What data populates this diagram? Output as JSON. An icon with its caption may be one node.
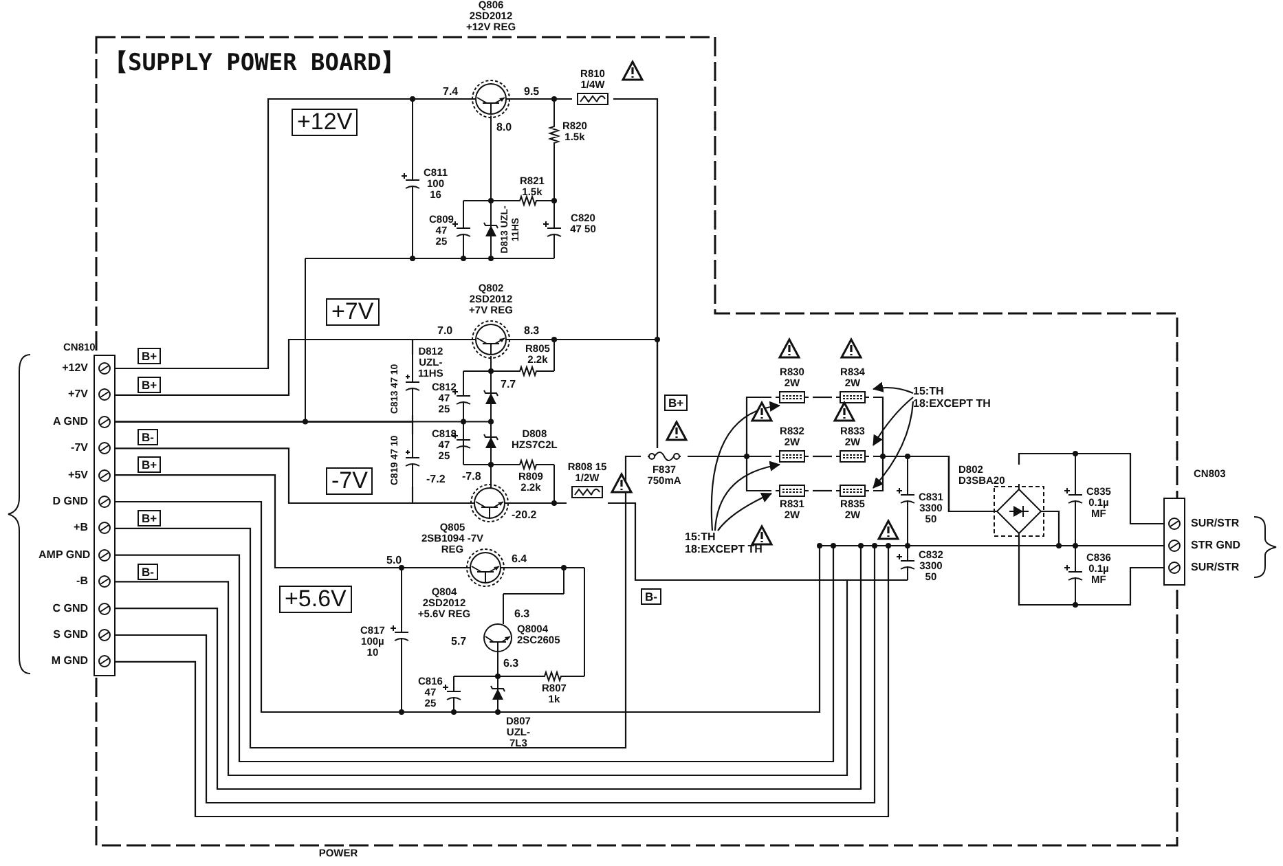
{
  "diagram": {
    "title": "【SUPPLY POWER BOARD】",
    "nodes": [
      {
        "text": [
          "CN810"
        ]
      },
      {
        "text": [
          "+12V"
        ],
        "in": 0
      },
      {
        "text": [
          "+7V"
        ],
        "in": 0
      },
      {
        "text": [
          "A GND"
        ],
        "in": 0
      },
      {
        "text": [
          "-7V"
        ],
        "in": 0
      },
      {
        "text": [
          "+5V"
        ],
        "in": 0
      },
      {
        "text": [
          "D GND"
        ],
        "in": 0
      },
      {
        "text": [
          "+B"
        ],
        "in": 0
      },
      {
        "text": [
          "AMP GND"
        ],
        "in": 0
      },
      {
        "text": [
          "-B"
        ],
        "in": 0
      },
      {
        "text": [
          "C GND"
        ],
        "in": 0
      },
      {
        "text": [
          "S GND"
        ],
        "in": 0
      },
      {
        "text": [
          "M GND"
        ],
        "in": 0
      },
      {
        "text": [
          "CN803"
        ]
      },
      {
        "text": [
          "SUR/STR"
        ],
        "in": 13
      },
      {
        "text": [
          "STR GND"
        ],
        "in": 13
      },
      {
        "text": [
          "SUR/STR"
        ],
        "in": 13
      },
      {
        "text": [
          "Q806 2SD2012 +12V REG"
        ],
        "beside": [
          "7.4",
          "9.5",
          "8.0"
        ]
      },
      {
        "text": [
          "R810 1/4W"
        ]
      },
      {
        "text": [
          "Q802 2SD2012 +7V REG"
        ],
        "beside": [
          "7.0",
          "8.3",
          "7.7"
        ]
      },
      {
        "text": [
          "Q805 2SB1094 -7V REG"
        ],
        "beside": [
          "-7.8",
          "-7.2",
          "-20.2"
        ]
      },
      {
        "text": [
          "R808 15 1/2W"
        ]
      },
      {
        "text": [
          "Q804 2SD2012 +5.6V REG"
        ],
        "beside": [
          "5.0",
          "6.4"
        ]
      },
      {
        "text": [
          "Q8004 2SC2605"
        ],
        "beside": [
          "6.3",
          "5.7",
          "6.3"
        ]
      },
      {
        "text": [
          "F837 750mA"
        ]
      },
      {
        "text": [
          "R830 2W"
        ]
      },
      {
        "text": [
          "R834 2W"
        ]
      },
      {
        "text": [
          "R832 2W"
        ]
      },
      {
        "text": [
          "R833 2W"
        ]
      },
      {
        "text": [
          "R831 2W"
        ]
      },
      {
        "text": [
          "R835 2W"
        ]
      },
      {
        "text": [
          "D802 D3SBA20"
        ]
      },
      {
        "text": [
          "15:TH",
          "18:EXCEPT TH"
        ]
      },
      {
        "text": [
          "15:TH",
          "18:EXCEPT TH"
        ]
      },
      {
        "text": [
          "C813 47 10"
        ]
      },
      {
        "text": [
          "C819 47 10"
        ]
      }
    ],
    "edges": [
      {
        "from": 1,
        "to": 17,
        "arrow": "none"
      },
      {
        "from": 17,
        "to": 18,
        "arrow": "none"
      },
      {
        "from": 18,
        "to": 24,
        "arrow": "none"
      },
      {
        "from": 2,
        "to": 19,
        "arrow": "none"
      },
      {
        "from": 19,
        "to": 24,
        "arrow": "none"
      },
      {
        "from": 4,
        "to": 20,
        "arrow": "none"
      },
      {
        "from": 20,
        "to": 21,
        "arrow": "none"
      },
      {
        "from": 21,
        "to": null,
        "arrow": "none"
      },
      {
        "from": 5,
        "to": 22,
        "arrow": "none"
      },
      {
        "from": 6,
        "to": 15,
        "arrow": "none"
      },
      {
        "from": 7,
        "to": 24,
        "arrow": "none"
      },
      {
        "from": 8,
        "to": 15,
        "arrow": "none"
      },
      {
        "from": 9,
        "to": null,
        "arrow": "none"
      },
      {
        "from": 10,
        "to": 15,
        "arrow": "none"
      },
      {
        "from": 11,
        "to": 15,
        "arrow": "none"
      },
      {
        "from": 12,
        "to": 15,
        "arrow": "none"
      },
      {
        "from": 24,
        "to": 25,
        "arrow": "none"
      },
      {
        "from": 24,
        "to": 27,
        "arrow": "none"
      },
      {
        "from": 24,
        "to": 29,
        "arrow": "none"
      },
      {
        "from": 25,
        "to": 26,
        "arrow": "none"
      },
      {
        "from": 27,
        "to": 28,
        "arrow": "none"
      },
      {
        "from": 29,
        "to": 30,
        "arrow": "none"
      },
      {
        "from": 26,
        "to": 31,
        "arrow": "none"
      },
      {
        "from": 28,
        "to": 31,
        "arrow": "none"
      },
      {
        "from": 30,
        "to": 31,
        "arrow": "none"
      },
      {
        "from": 31,
        "to": 14,
        "arrow": "none"
      },
      {
        "from": 31,
        "to": 16,
        "arrow": "none"
      },
      {
        "from": 32,
        "to": 25,
        "arrow": "to"
      },
      {
        "from": 32,
        "to": 27,
        "arrow": "to"
      },
      {
        "from": 32,
        "to": 29,
        "arrow": "to"
      },
      {
        "from": 33,
        "to": 26,
        "arrow": "to"
      },
      {
        "from": 33,
        "to": 28,
        "arrow": "to"
      },
      {
        "from": 33,
        "to": 30,
        "arrow": "to"
      },
      {
        "from": 34,
        "to": 19,
        "arrow": "none"
      },
      {
        "from": 34,
        "to": 3,
        "arrow": "none"
      },
      {
        "from": 35,
        "to": 3,
        "arrow": "none"
      },
      {
        "from": 35,
        "to": 20,
        "arrow": "none"
      },
      {
        "from": 31,
        "to": 15,
        "arrow": "none"
      }
    ],
    "labels": [
      "C811 100 16",
      "R820 1.5k",
      "+12V",
      "R821 1.5k",
      "C809 47 25",
      "D813 UZL-11HS",
      "C820 47 50",
      "D812 UZL-11HS",
      "R805 2.2k",
      "+7V",
      "C812 47 25",
      "C818 47 25",
      "D808 HZS7C2L",
      "R809 2.2k",
      "-7V",
      "+5.6V",
      "C817 100µ 10",
      "C816 47 25",
      "R807 1k",
      "D807 UZL-7L3",
      "B+",
      "B+",
      "B-",
      "B+",
      "B+",
      "B-",
      "B+",
      "B-",
      "C831 3300 50",
      "C832 3300 50",
      "C835 0.1µ MF",
      "C836 0.1µ MF",
      "POWER"
    ]
  }
}
